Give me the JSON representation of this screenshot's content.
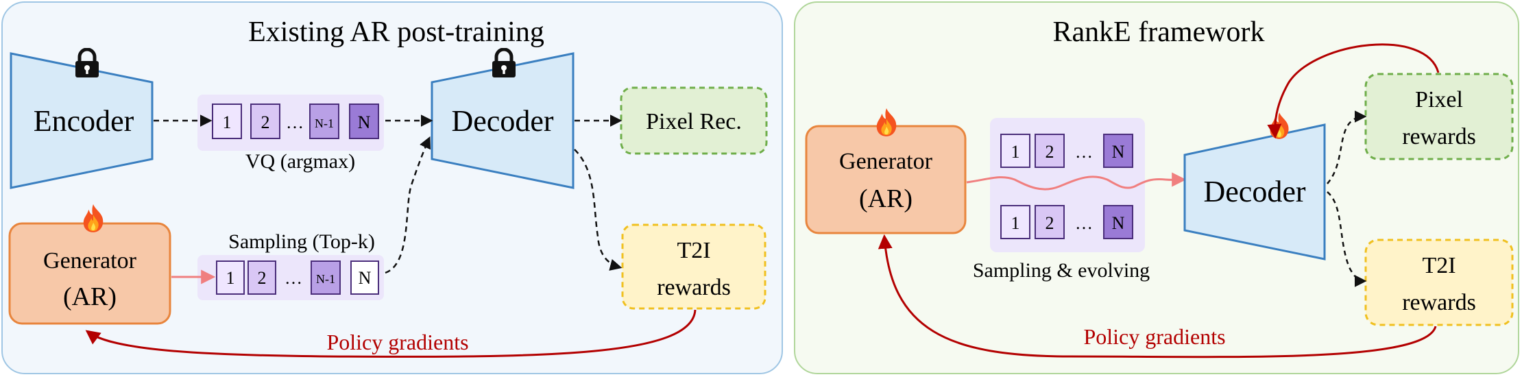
{
  "left_panel": {
    "title": "Existing AR post-training",
    "encoder_label": "Encoder",
    "decoder_label": "Decoder",
    "vq_caption": "VQ (argmax)",
    "sampling_caption": "Sampling (Top-k)",
    "generator_line1": "Generator",
    "generator_line2": "(AR)",
    "pixel_rec_label": "Pixel Rec.",
    "t2i_line1": "T2I",
    "t2i_line2": "rewards",
    "policy_label": "Policy gradients",
    "vq_tokens": [
      "1",
      "2",
      "…",
      "N-1",
      "N"
    ],
    "sample_tokens": [
      "1",
      "2",
      "…",
      "N-1",
      "N"
    ]
  },
  "right_panel": {
    "title": "RankE framework",
    "generator_line1": "Generator",
    "generator_line2": "(AR)",
    "decoder_label": "Decoder",
    "pixel_line1": "Pixel",
    "pixel_line2": "rewards",
    "t2i_line1": "T2I",
    "t2i_line2": "rewards",
    "sampling_caption": "Sampling & evolving",
    "policy_label": "Policy gradients",
    "tokens_top": [
      "1",
      "2",
      "…",
      "N"
    ],
    "tokens_bottom": [
      "1",
      "2",
      "…",
      "N"
    ]
  },
  "colors": {
    "left_border": "#9fc6e4",
    "right_border": "#b0d69a",
    "block_blue": "#d7eaf8",
    "block_blue_stroke": "#3a7fc0",
    "generator_fill": "#f7c8a8",
    "generator_stroke": "#e8853d",
    "green_box": "#e2f0d4",
    "green_stroke": "#6fae4a",
    "yellow_box": "#fff3c9",
    "yellow_stroke": "#f0c020",
    "policy_red": "#b30000",
    "sample_arrow": "#f07f7f"
  },
  "icons": [
    "lock-icon",
    "fire-icon"
  ]
}
